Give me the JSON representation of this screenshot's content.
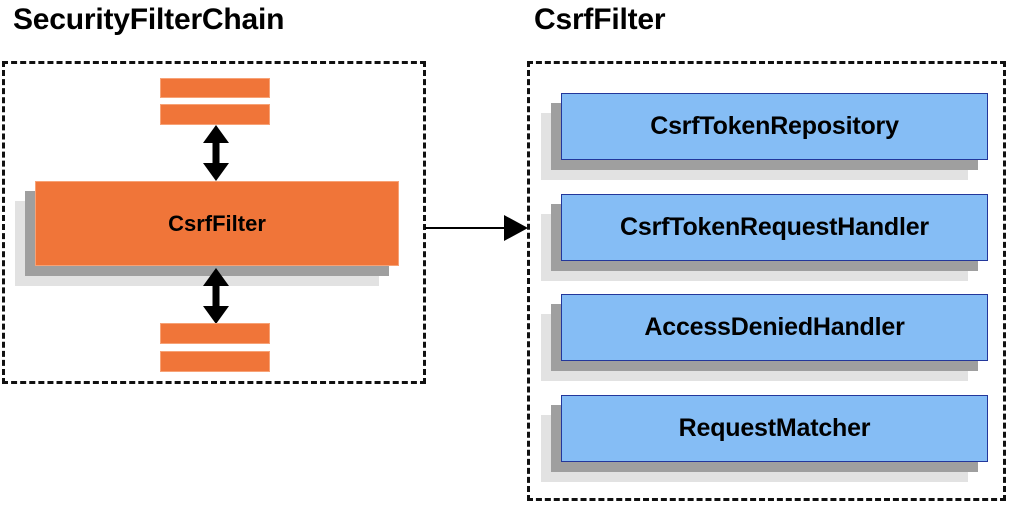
{
  "diagram": {
    "title_left": "SecurityFilterChain",
    "title_right": "CsrfFilter",
    "colors": {
      "orange_fill": "#f07539",
      "orange_border": "#f7a276",
      "blue_fill": "#85bdf5",
      "blue_border": "#23379b",
      "shadow_near": "#9f9f9f",
      "shadow_far": "#e2e2e2",
      "outline": "#111111",
      "text": "#000000",
      "background": "#ffffff"
    }
  },
  "chain_panel": {
    "title": "SecurityFilterChain",
    "focus_node": {
      "label": "CsrfFilter"
    },
    "filters_above": [
      {
        "label": ""
      },
      {
        "label": ""
      }
    ],
    "filters_below": [
      {
        "label": ""
      },
      {
        "label": ""
      }
    ]
  },
  "csrf_panel": {
    "title": "CsrfFilter",
    "collaborators": [
      {
        "label": "CsrfTokenRepository"
      },
      {
        "label": "CsrfTokenRequestHandler"
      },
      {
        "label": "AccessDeniedHandler"
      },
      {
        "label": "RequestMatcher"
      }
    ]
  },
  "connectors": {
    "chain_to_csrf": {
      "label": "",
      "direction": "right"
    },
    "above_link": {
      "label": "",
      "direction": "bidirectional"
    },
    "below_link": {
      "label": "",
      "direction": "bidirectional"
    }
  }
}
